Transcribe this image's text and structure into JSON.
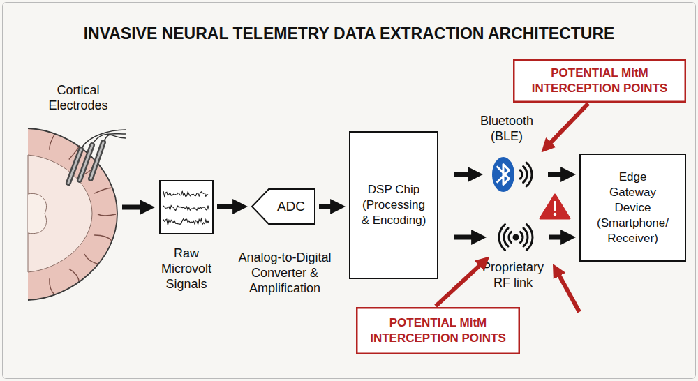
{
  "diagram": {
    "title": "INVASIVE NEURAL TELEMETRY DATA EXTRACTION ARCHITECTURE",
    "nodes": [
      {
        "text": [
          "Cortical Electrodes"
        ]
      },
      {
        "text": [
          "Raw Microvolt Signals"
        ]
      },
      {
        "text": [
          "ADC",
          "Analog-to-Digital Converter & Amplification"
        ]
      },
      {
        "text": [
          "DSP Chip (Processing & Encoding)"
        ]
      },
      {
        "text": [
          "POTENTIAL MitM INTERCEPTION POINTS"
        ]
      },
      {
        "text": [
          "Bluetooth (BLE)"
        ]
      },
      {
        "text": [
          "Proprietary RF link"
        ]
      },
      {
        "text": [
          "Edge Gateway Device (Smartphone/ Receiver)"
        ]
      },
      {
        "text": [
          "POTENTIAL MitM INTERCEPTION POINTS"
        ]
      }
    ],
    "edges": [
      {
        "from": 0,
        "to": 1,
        "arrow": "to"
      },
      {
        "from": 1,
        "to": 2,
        "arrow": "to"
      },
      {
        "from": 2,
        "to": 3,
        "arrow": "to"
      },
      {
        "from": 3,
        "to": 5,
        "arrow": "to"
      },
      {
        "from": 3,
        "to": 6,
        "arrow": "to"
      },
      {
        "from": 5,
        "to": 7,
        "arrow": "to"
      },
      {
        "from": 6,
        "to": 7,
        "arrow": "to"
      },
      {
        "from": 4,
        "to": 5,
        "arrow": "to"
      },
      {
        "from": 8,
        "to": 6,
        "arrow": "to"
      }
    ]
  }
}
